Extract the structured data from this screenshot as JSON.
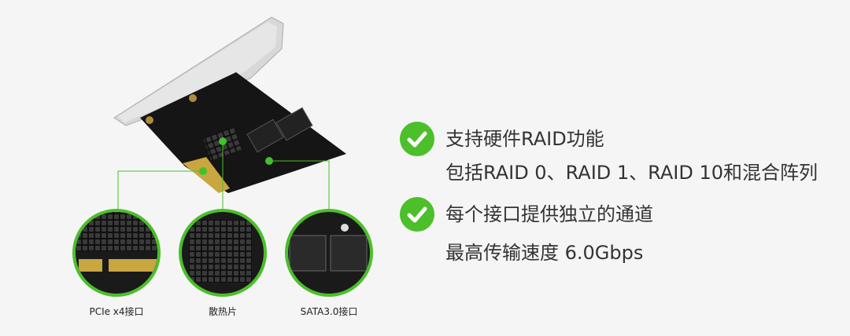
{
  "colors": {
    "accent": "#4cbf2a",
    "text": "#333333",
    "background": "#f5f5f5"
  },
  "callouts": [
    {
      "label": "PCIe x4接口"
    },
    {
      "label": "散热片"
    },
    {
      "label": "SATA3.0接口"
    }
  ],
  "features": [
    {
      "icon": "check-circle-icon",
      "title": "支持硬件RAID功能",
      "detail": "包括RAID 0、RAID 1、RAID 10和混合阵列"
    },
    {
      "icon": "check-circle-icon",
      "title": "每个接口提供独立的通道",
      "detail": "最高传输速度 6.0Gbps"
    }
  ]
}
